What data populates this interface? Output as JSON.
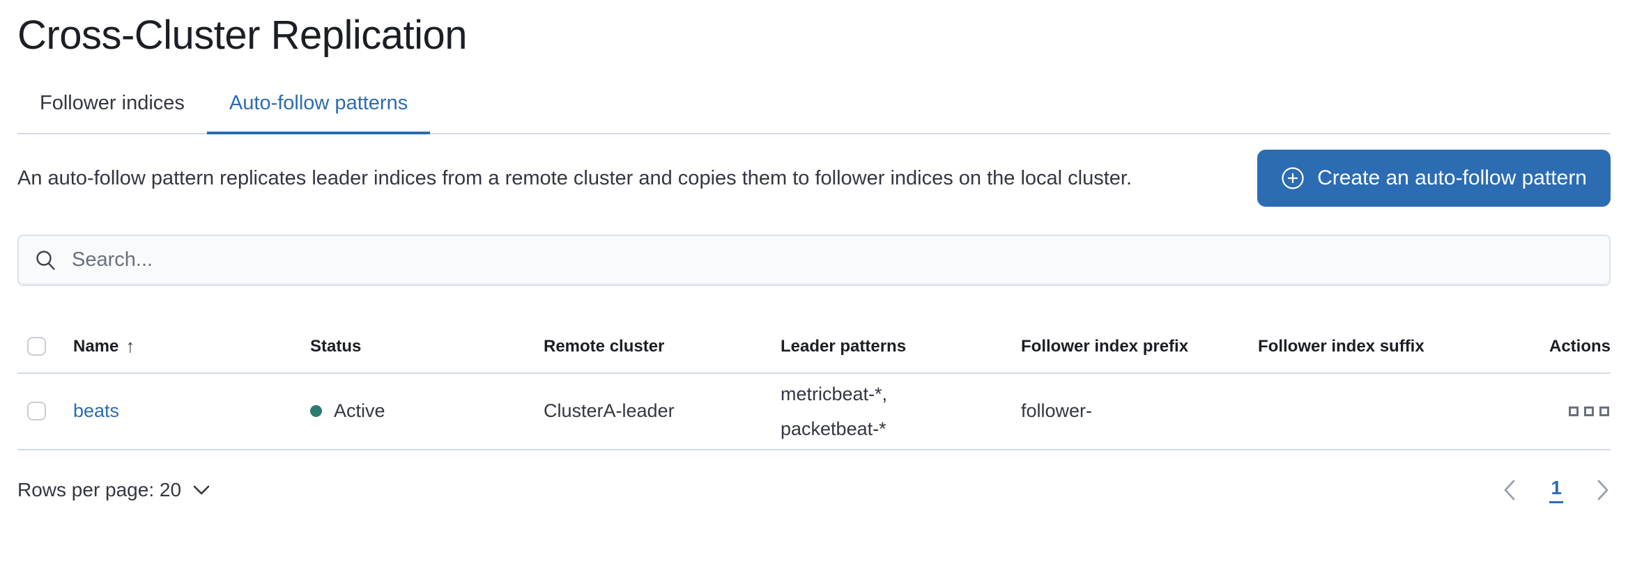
{
  "page": {
    "title": "Cross-Cluster Replication"
  },
  "tabs": [
    {
      "label": "Follower indices",
      "active": false
    },
    {
      "label": "Auto-follow patterns",
      "active": true
    }
  ],
  "intro": {
    "description": "An auto-follow pattern replicates leader indices from a remote cluster and copies them to follower indices on the local cluster.",
    "create_button_label": "Create an auto-follow pattern",
    "create_button_icon": "plus-in-circle-icon"
  },
  "search": {
    "placeholder": "Search...",
    "value": "",
    "icon": "search-icon"
  },
  "table": {
    "columns": [
      "Name",
      "Status",
      "Remote cluster",
      "Leader patterns",
      "Follower index prefix",
      "Follower index suffix",
      "Actions"
    ],
    "sort": {
      "column": "Name",
      "direction": "ascending",
      "arrow": "↑"
    },
    "rows": [
      {
        "name": "beats",
        "status": "Active",
        "status_color": "#2b7c6f",
        "remote_cluster": "ClusterA-leader",
        "leader_patterns_lines": [
          "metricbeat-*,",
          "packetbeat-*"
        ],
        "follower_index_prefix": "follower-",
        "follower_index_suffix": "",
        "actions_icon": "boxes-horizontal-icon"
      }
    ]
  },
  "footer": {
    "rows_per_page_label": "Rows per page: 20",
    "pagination": {
      "current_page": "1"
    }
  },
  "colors": {
    "primary_blue": "#2c6cb2",
    "text": "#343741",
    "title_text": "#1b1e24",
    "divider": "#d3dae6",
    "status_active": "#2b7c6f",
    "placeholder_gray": "#69707d",
    "chevron_gray": "#9aa2b1"
  }
}
